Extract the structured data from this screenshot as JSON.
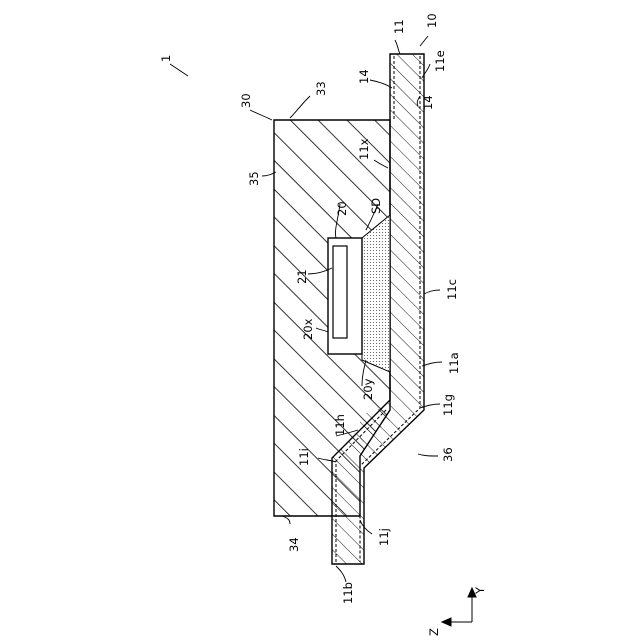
{
  "labels": {
    "ref_1": "1",
    "ref_10": "10",
    "ref_11": "11",
    "ref_11e": "11e",
    "ref_14_left": "14",
    "ref_14_right": "14",
    "ref_30": "30",
    "ref_33": "33",
    "ref_35": "35",
    "ref_11x": "11x",
    "ref_20": "20",
    "ref_SD": "SD",
    "ref_21": "21",
    "ref_20x": "20x",
    "ref_11c": "11c",
    "ref_11a": "11a",
    "ref_20y": "20y",
    "ref_11g": "11g",
    "ref_11h": "11h",
    "ref_11i": "11i",
    "ref_36": "36",
    "ref_34": "34",
    "ref_11j": "11j",
    "ref_11b": "11b",
    "axis_y": "Y",
    "axis_z": "Z"
  }
}
